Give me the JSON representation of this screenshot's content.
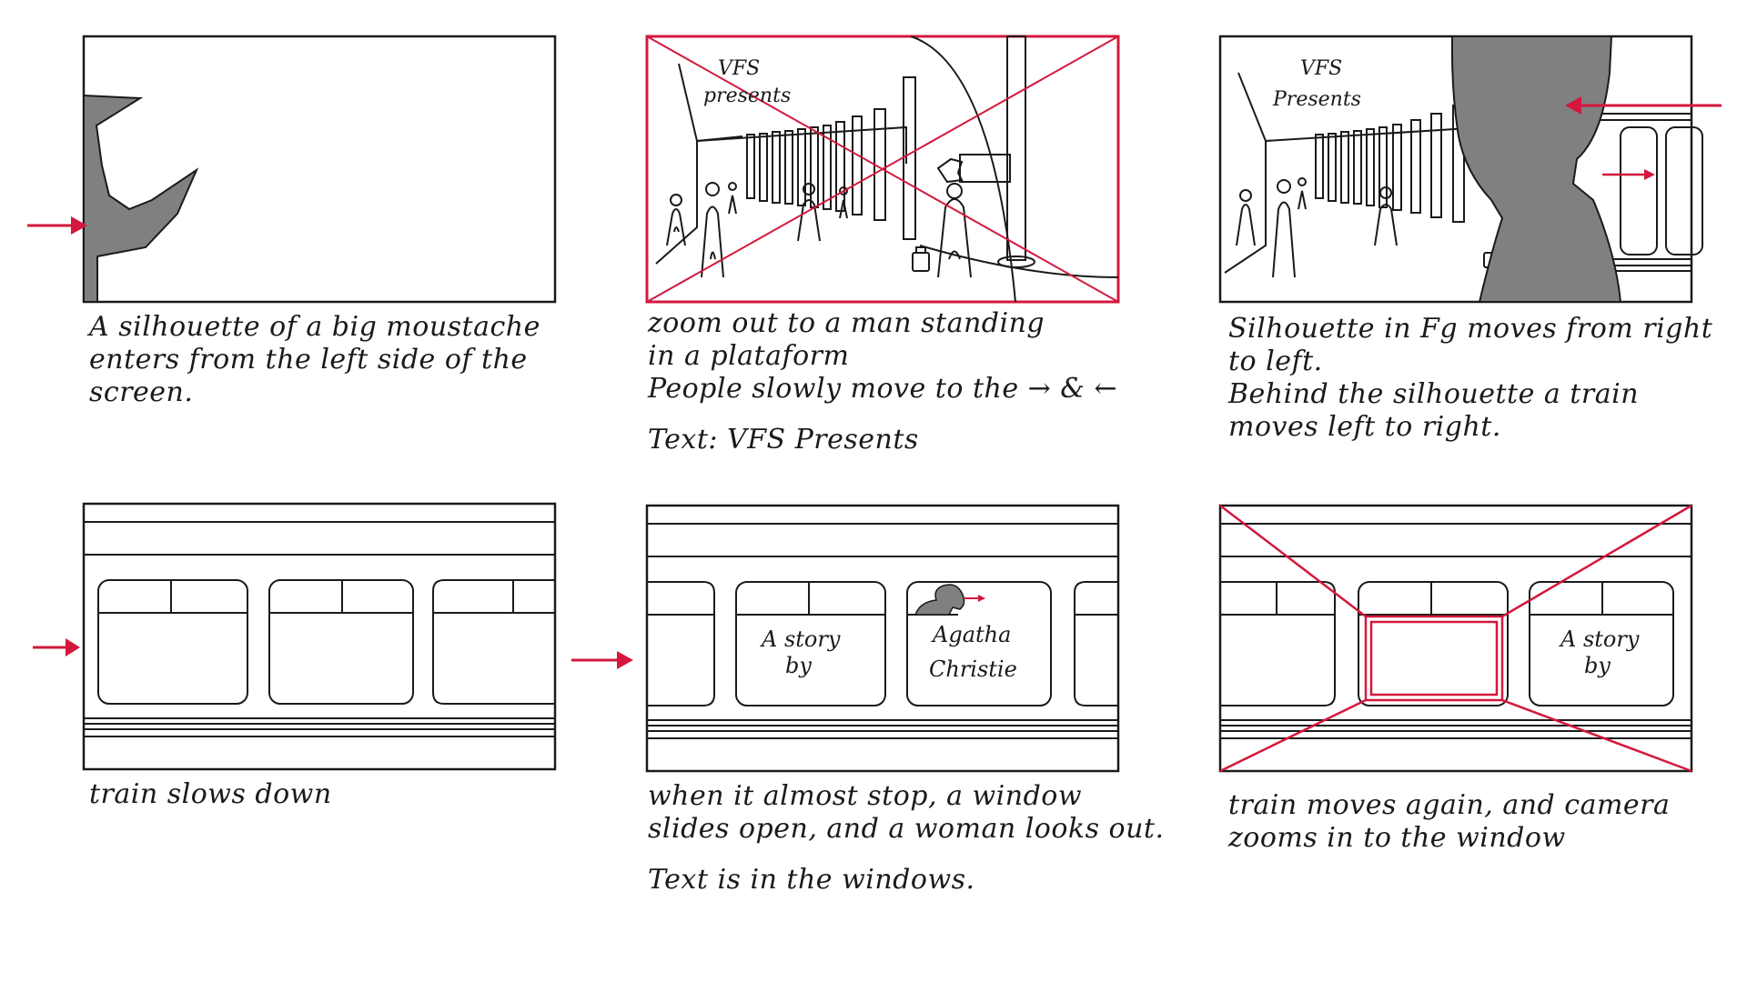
{
  "colors": {
    "ink": "#1a1a1a",
    "accent": "#d4183d",
    "silhouette": "#808080"
  },
  "panels": [
    {
      "id": "p1",
      "frame_text": [],
      "caption_lines": [
        "A silhouette of a big moustache",
        "enters from the left side of the",
        "screen."
      ],
      "arrow_icon": "right-arrow-icon"
    },
    {
      "id": "p2",
      "frame_text": [
        "VFS",
        "presents"
      ],
      "caption_lines": [
        "zoom out to a man standing",
        "in a plataform",
        "People slowly move to the → & ←"
      ],
      "caption_extra": "Text: VFS Presents",
      "arrow_icon": "none"
    },
    {
      "id": "p3",
      "frame_text": [
        "VFS",
        "Presents"
      ],
      "caption_lines": [
        "Silhouette in Fg moves from right",
        "to left.",
        "Behind the silhouette a train",
        "moves left to right."
      ],
      "arrow_icon": "left-arrow-icon"
    },
    {
      "id": "p4",
      "frame_text": [],
      "caption_lines": [
        "train slows down"
      ],
      "arrow_icon": "right-arrow-icon"
    },
    {
      "id": "p5",
      "window_text": {
        "left": [
          "A story",
          "by"
        ],
        "right": [
          "Agatha",
          "Christie"
        ]
      },
      "caption_lines": [
        "when it almost stop, a window",
        "slides open, and a woman looks out."
      ],
      "caption_extra": "Text is in the windows.",
      "arrow_icon": "right-arrow-icon"
    },
    {
      "id": "p6",
      "window_text": {
        "right": [
          "A story",
          "by"
        ]
      },
      "caption_lines": [
        "train moves again, and camera",
        "zooms in to the window"
      ],
      "arrow_icon": "none"
    }
  ]
}
